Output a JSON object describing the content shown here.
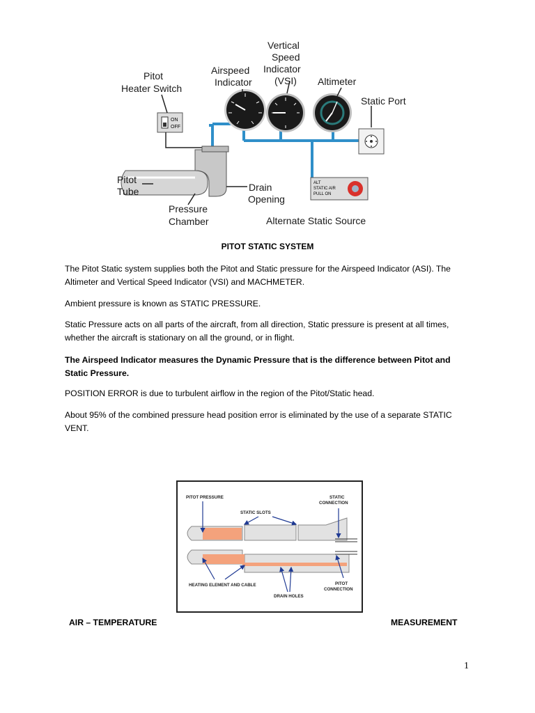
{
  "figure1": {
    "labels": {
      "pitot_heater_switch_1": "Pitot",
      "pitot_heater_switch_2": "Heater Switch",
      "switch_on": "ON",
      "switch_off": "OFF",
      "airspeed_indicator_1": "Airspeed",
      "airspeed_indicator_2": "Indicator",
      "vsi_1": "Vertical",
      "vsi_2": "Speed",
      "vsi_3": "Indicator",
      "vsi_4": "(VSI)",
      "altimeter": "Altimeter",
      "static_port": "Static Port",
      "pitot_tube_1": "Pitot",
      "pitot_tube_2": "Tube",
      "drain_opening_1": "Drain",
      "drain_opening_2": "Opening",
      "pressure_chamber_1": "Pressure",
      "pressure_chamber_2": "Chamber",
      "alt_static_1": "ALT",
      "alt_static_2": "STATIC AIR",
      "alt_static_3": "PULL ON",
      "alternate_static_source": "Alternate Static Source"
    },
    "colors": {
      "tubing": "#2f8fc9",
      "gauge": "#1a1a1a",
      "knob": "#d9312b"
    }
  },
  "caption": "PITOT STATIC SYSTEM",
  "paragraphs": {
    "p1": "The Pitot Static system supplies both the Pitot and Static pressure for the Airspeed Indicator (ASI). The Altimeter and Vertical Speed Indicator (VSI) and MACHMETER.",
    "p2": "Ambient pressure is known as STATIC PRESSURE.",
    "p3": "Static Pressure acts on all parts of the aircraft, from all direction, Static pressure is present at all times, whether the aircraft is stationary on all the ground, or in flight.",
    "p4": "The Airspeed Indicator measures the Dynamic Pressure that is the difference between Pitot and Static Pressure.",
    "p5": "POSITION ERROR is due to turbulent airflow in the region of the Pitot/Static head.",
    "p6": "About 95% of the combined pressure head position error is eliminated by the use of a separate STATIC VENT."
  },
  "figure2": {
    "labels": {
      "pitot_pressure": "PITOT PRESSURE",
      "static_connection_1": "STATIC",
      "static_connection_2": "CONNECTION",
      "static_slots": "STATIC SLOTS",
      "heating_element": "HEATING ELEMENT AND CABLE",
      "pitot_connection_1": "PITOT",
      "pitot_connection_2": "CONNECTION",
      "drain_holes": "DRAIN HOLES"
    },
    "colors": {
      "heating": "#f4a27c",
      "body": "#e2e2e2",
      "arrow": "#1f3a93"
    }
  },
  "footer": {
    "left": "AIR – TEMPERATURE",
    "right": "MEASUREMENT"
  },
  "page_number": "1"
}
